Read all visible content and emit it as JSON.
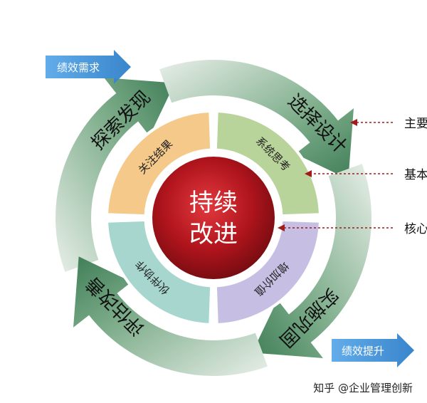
{
  "center": {
    "line1": "持续",
    "line2": "改进"
  },
  "inner_segments": [
    {
      "label": "关注结果",
      "color": "#f4c98a"
    },
    {
      "label": "系统思考",
      "color": "#b9d49a"
    },
    {
      "label": "增加价值",
      "color": "#c7bfe3"
    },
    {
      "label": "伙伴协作",
      "color": "#a7d6cf"
    }
  ],
  "outer_phases": [
    {
      "label": "探索发现"
    },
    {
      "label": "选择设计"
    },
    {
      "label": "实施巩固"
    },
    {
      "label": "评估改善"
    }
  ],
  "tags": {
    "left_top": "绩效需求",
    "right_bottom": "绩效提升"
  },
  "side_labels": [
    {
      "label": "主要"
    },
    {
      "label": "基本"
    },
    {
      "label": "核心"
    }
  ],
  "watermark": "知乎 @企业管理创新",
  "colors": {
    "arrow_green": "#4f8f6a",
    "arrow_green_light": "#e6efe8",
    "center_red": "#b0141c",
    "tag_blue": "#3a8fd6",
    "dotted_red": "#a21a1a"
  }
}
